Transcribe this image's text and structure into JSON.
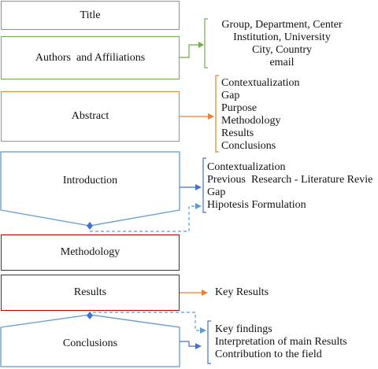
{
  "sections": {
    "title": "Title",
    "authors": "Authors  and Affiliations",
    "abstract": "Abstract",
    "introduction": "Introduction",
    "methodology": "Methodology",
    "results": "Results",
    "conclusions": "Conclusions"
  },
  "details": {
    "authors": [
      "Group, Department, Center",
      "Institution, University",
      "City, Country",
      "email"
    ],
    "abstract": [
      "Contextualization",
      "Gap",
      "Purpose",
      "Methodology",
      "Results",
      "Conclusions"
    ],
    "introduction": [
      "Contextualization",
      "Previous  Research - Literature Revie",
      "Gap",
      "Hipotesis Formulation"
    ],
    "results": [
      "Key Results"
    ],
    "conclusions": [
      "Key findings",
      "Interpretation of main Results",
      "Contribution to the field"
    ]
  },
  "colors": {
    "green": "#70ad47",
    "orange": "#ed7d31",
    "blue": "#4472c4",
    "red": "#c00000"
  }
}
